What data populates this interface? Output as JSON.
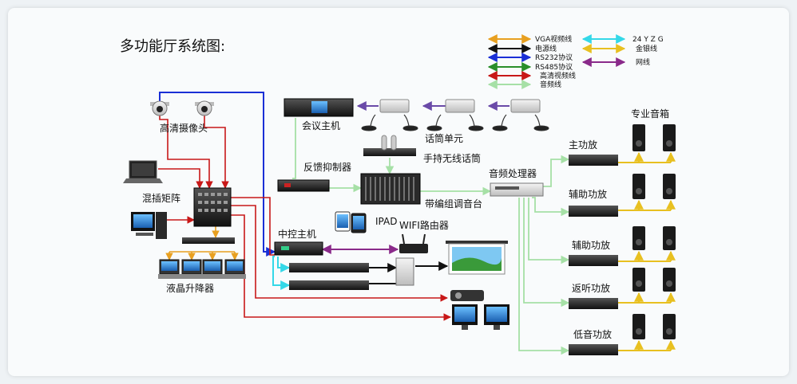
{
  "title": "多功能厅系统图:",
  "legend": [
    {
      "label": "VGA视频线",
      "color": "#e8a020"
    },
    {
      "label": "电源线",
      "color": "#111111"
    },
    {
      "label": "RS232协议",
      "color": "#1a2fd6"
    },
    {
      "label": "RS485协议",
      "color": "#2a8f2a"
    },
    {
      "label": "高清视频线",
      "color": "#c81818"
    },
    {
      "label": "音频线",
      "color": "#a6e0a6"
    },
    {
      "label": "24 Y Z G",
      "color": "#34d8e8"
    },
    {
      "label": "金银线",
      "color": "#e8c020"
    },
    {
      "label": "网线",
      "color": "#8a2a8a"
    }
  ],
  "labels": {
    "camera": "高清摄像头",
    "matrix": "混插矩阵",
    "lcd_lift": "液晶升降器",
    "conf_host": "会议主机",
    "mic_unit": "话筒单元",
    "wireless_mic": "手持无线话筒",
    "feedback": "反馈抑制器",
    "mixer": "带编组调音台",
    "ipad": "IPAD",
    "wifi": "WIFI路由器",
    "central": "中控主机",
    "processor": "音频处理器",
    "speakers": "专业音箱",
    "main_amp": "主功放",
    "aux_amp1": "辅助功放",
    "aux_amp2": "辅助功放",
    "monitor_amp": "返听功放",
    "bass_amp": "低音功放"
  }
}
